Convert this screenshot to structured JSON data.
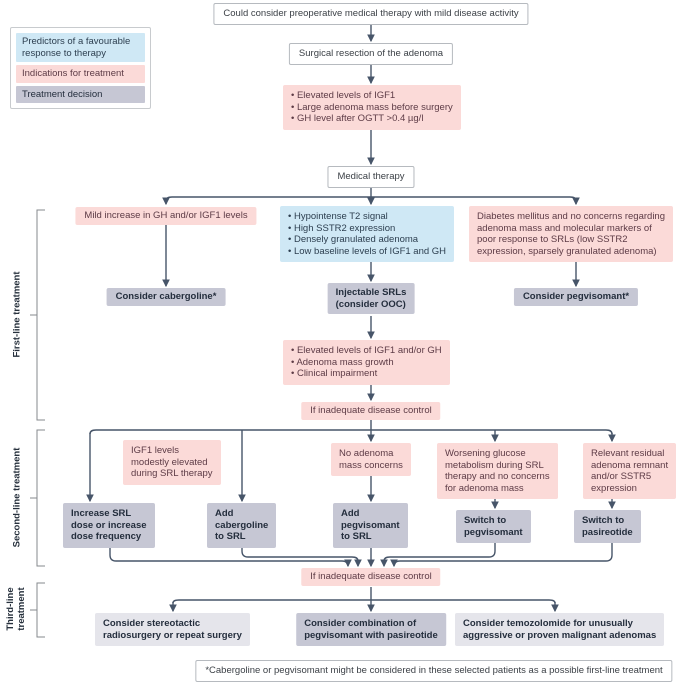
{
  "colors": {
    "predictors_blue": "#cfe8f5",
    "indications_pink": "#fbdad8",
    "decision_gray": "#c6c7d4",
    "decision_light_gray": "#e5e5eb",
    "connector_line": "#475569"
  },
  "legend": {
    "items": [
      {
        "label_lines": [
          "Predictors of a favourable",
          "response to therapy"
        ],
        "color": "#cfe8f5"
      },
      {
        "label_lines": [
          "Indications for treatment"
        ],
        "color": "#fbdad8"
      },
      {
        "label_lines": [
          "Treatment decision"
        ],
        "color": "#c6c7d4"
      }
    ]
  },
  "sections": {
    "first": "First-line treatment",
    "second": "Second-line treatment",
    "third": "Third-line treatment"
  },
  "nodes": {
    "preop": "Could consider preoperative medical therapy with mild disease activity",
    "surgery": "Surgical resection of the adenoma",
    "post_surgery_indications": [
      "• Elevated levels of IGF1",
      "• Large adenoma mass before surgery",
      "• GH level after OGTT >0.4 µg/l"
    ],
    "medical_therapy": "Medical therapy",
    "mild_increase": "Mild increase in GH and/or IGF1 levels",
    "srl_predictors": [
      "• Hypointense T2 signal",
      "• High SSTR2 expression",
      "• Densely granulated adenoma",
      "• Low baseline levels of IGF1 and GH"
    ],
    "diabetes": [
      "Diabetes mellitus and no concerns regarding",
      "adenoma mass and molecular markers of",
      "poor response to SRLs (low SSTR2",
      "expression, sparsely granulated adenoma)"
    ],
    "consider_cabergoline": "Consider cabergoline*",
    "injectable_srls": [
      "Injectable SRLs",
      "(consider OOC)"
    ],
    "consider_pegvisomant": "Consider pegvisomant*",
    "escalation_indications": [
      "• Elevated levels of IGF1 and/or GH",
      "• Adenoma mass growth",
      "• Clinical impairment"
    ],
    "inadequate_control_1": "If inadequate disease control",
    "igf1_modest": [
      "IGF1 levels",
      "modestly elevated",
      "during SRL therapy"
    ],
    "no_mass_concerns": [
      "No adenoma",
      "mass concerns"
    ],
    "worsening_glucose": [
      "Worsening glucose",
      "metabolism during SRL",
      "therapy and no concerns",
      "for adenoma mass"
    ],
    "residual_adenoma": [
      "Relevant residual",
      "adenoma remnant",
      "and/or SSTR5",
      "expression"
    ],
    "increase_srl": [
      "Increase SRL",
      "dose or increase",
      "dose frequency"
    ],
    "add_cabergoline": [
      "Add",
      "cabergoline",
      "to SRL"
    ],
    "add_pegvisomant": [
      "Add",
      "pegvisomant",
      "to SRL"
    ],
    "switch_pegvisomant": [
      "Switch to",
      "pegvisomant"
    ],
    "switch_pasireotide": [
      "Switch to",
      "pasireotide"
    ],
    "inadequate_control_2": "If inadequate disease control",
    "radiosurgery": [
      "Consider stereotactic",
      "radiosurgery or repeat surgery"
    ],
    "combination": [
      "Consider combination of",
      "pegvisomant with pasireotide"
    ],
    "temozolomide": [
      "Consider temozolomide for unusually",
      "aggressive or proven malignant adenomas"
    ]
  },
  "footnote": "*Cabergoline or pegvisomant might be considered in these selected patients as a possible first-line treatment"
}
